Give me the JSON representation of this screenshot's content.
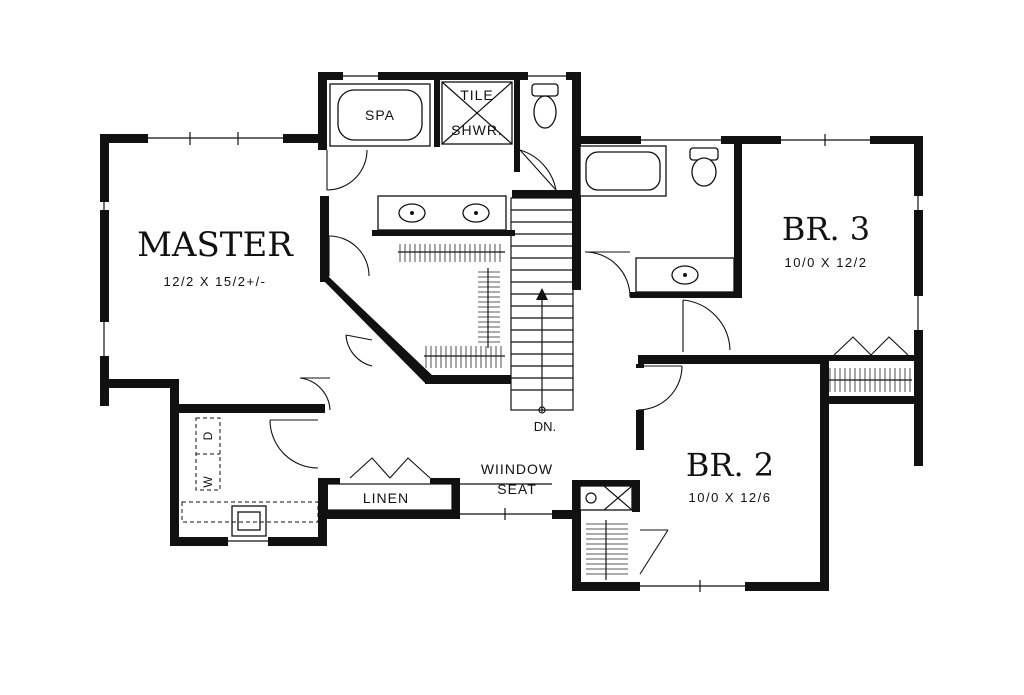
{
  "rooms": {
    "master": {
      "name": "MASTER",
      "dims": "12/2 X 15/2+/-"
    },
    "br3": {
      "name": "BR. 3",
      "dims": "10/0 X 12/2"
    },
    "br2": {
      "name": "BR. 2",
      "dims": "10/0 X 12/6"
    }
  },
  "fixtures": {
    "spa": "SPA",
    "shower_line1": "TILE",
    "shower_line2": "SHWR.",
    "linen": "LINEN",
    "window_seat_line1": "WIINDOW",
    "window_seat_line2": "SEAT",
    "washer": "W",
    "dryer": "D",
    "stair": "DN."
  }
}
